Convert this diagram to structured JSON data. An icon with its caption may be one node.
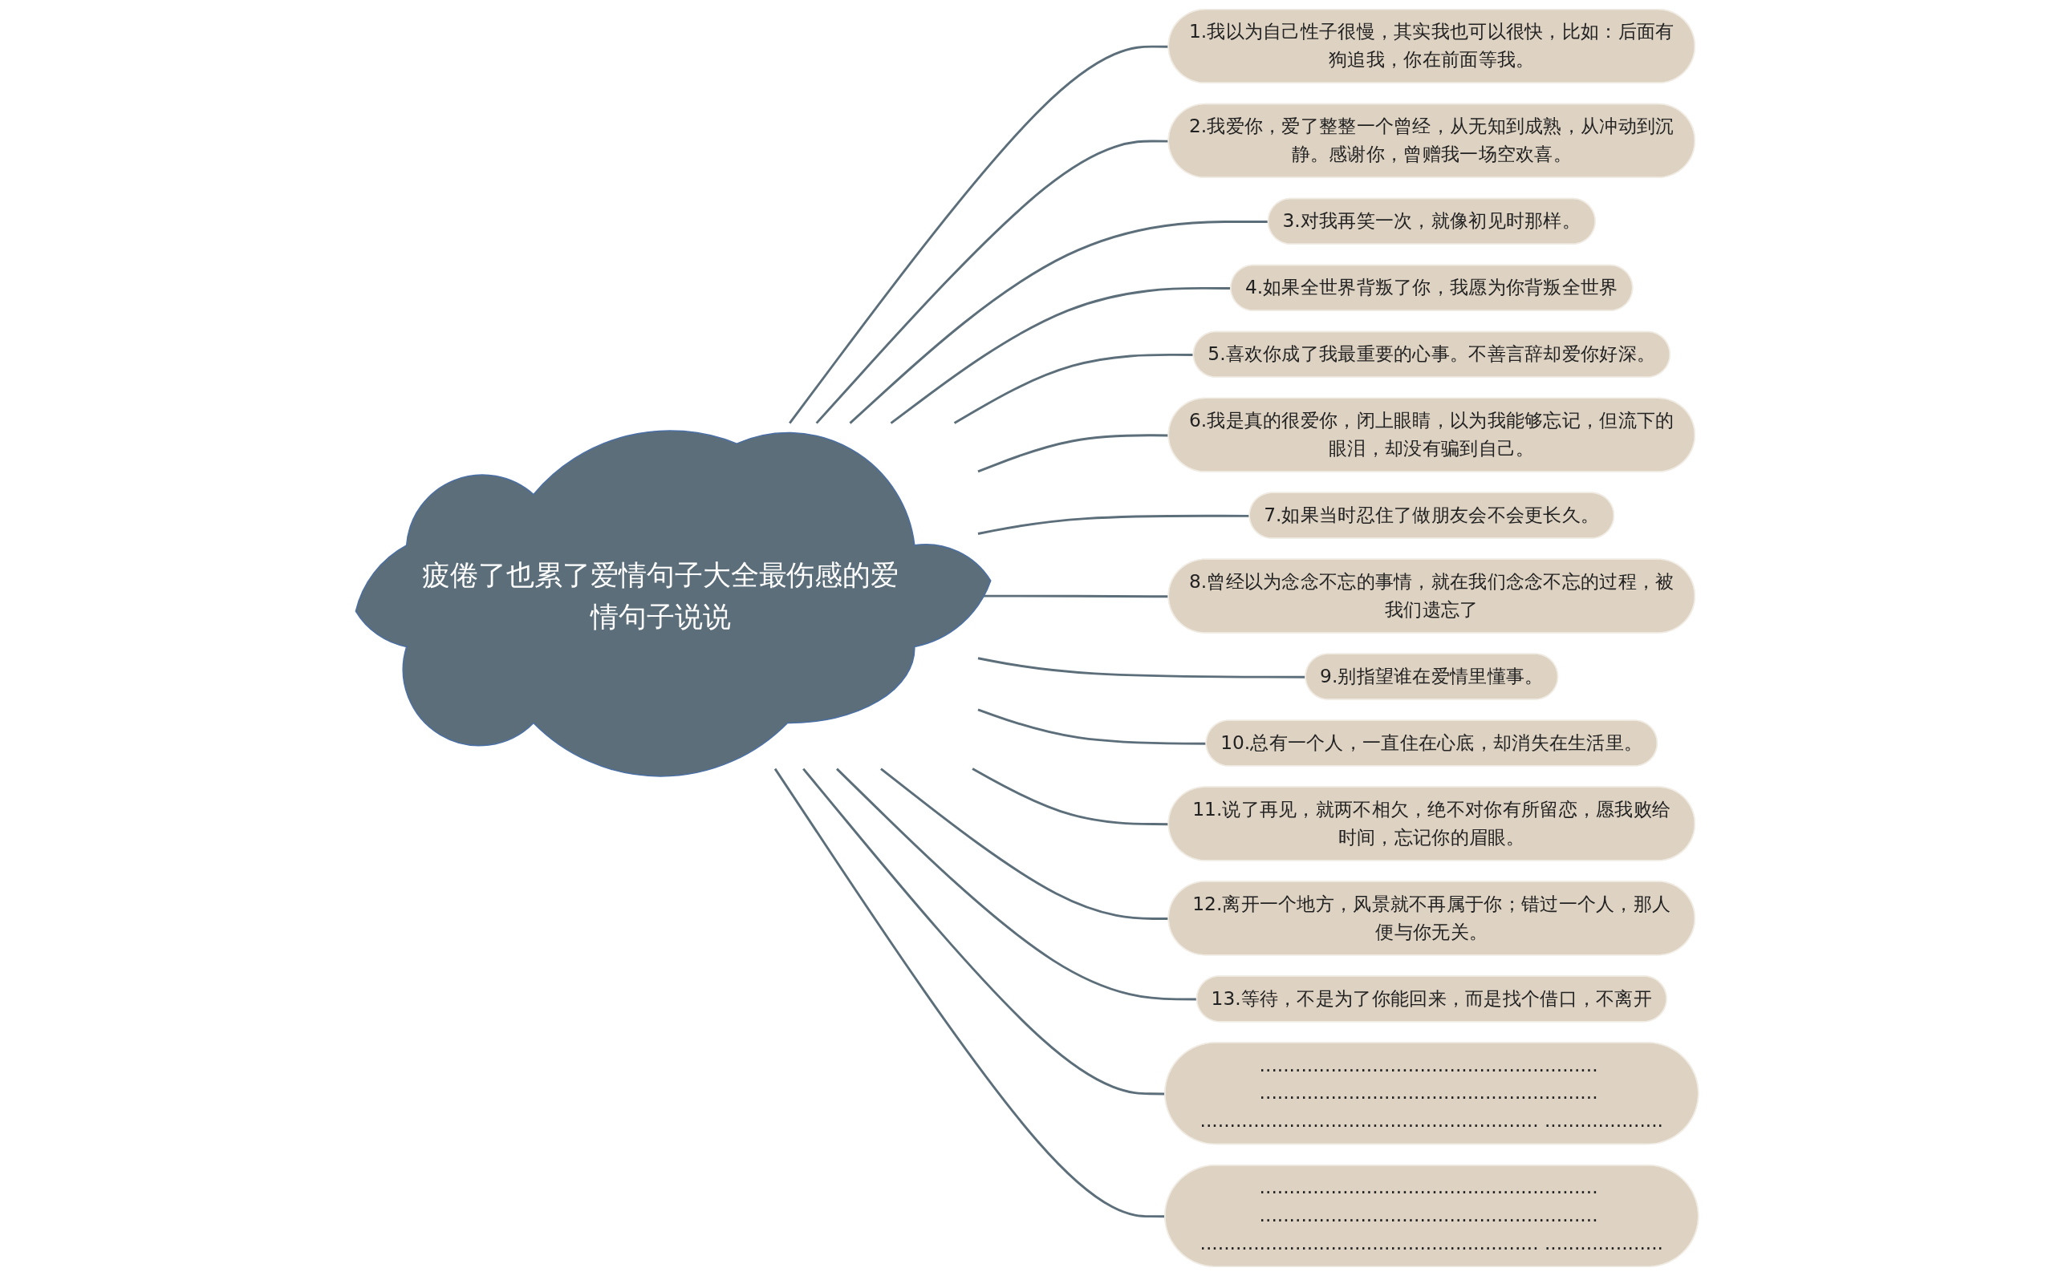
{
  "diagram": {
    "nodes": [
      {
        "text": [
          "疲倦了也累了爱情句子大全最伤感的爱情句子说说"
        ]
      },
      {
        "text": [
          "1.我以为自己性子很慢，其实我也可以很快，比如：后面有狗追我，你在前面等我。"
        ]
      },
      {
        "text": [
          "2.我爱你，爱了整整一个曾经，从无知到成熟，从冲动到沉静。感谢你，曾赠我一场空欢喜。"
        ]
      },
      {
        "text": [
          "3.对我再笑一次，就像初见时那样。"
        ]
      },
      {
        "text": [
          "4.如果全世界背叛了你，我愿为你背叛全世界"
        ]
      },
      {
        "text": [
          "5.喜欢你成了我最重要的心事。不善言辞却爱你好深。"
        ]
      },
      {
        "text": [
          "6.我是真的很爱你，闭上眼睛，以为我能够忘记，但流下的眼泪，却没有骗到自己。"
        ]
      },
      {
        "text": [
          "7.如果当时忍住了做朋友会不会更长久。"
        ]
      },
      {
        "text": [
          "8.曾经以为念念不忘的事情，就在我们念念不忘的过程，被我们遗忘了"
        ]
      },
      {
        "text": [
          "9.别指望谁在爱情里懂事。"
        ]
      },
      {
        "text": [
          "10.总有一个人，一直住在心底，却消失在生活里。"
        ]
      },
      {
        "text": [
          "11.说了再见，就两不相欠，绝不对你有所留恋，愿我败给时间，忘记你的眉眼。"
        ]
      },
      {
        "text": [
          "12.离开一个地方，风景就不再属于你；错过一个人，那人便与你无关。"
        ]
      },
      {
        "text": [
          "13.等待，不是为了你能回来，而是找个借口，不离开"
        ]
      },
      {
        "text": [
          "......................................................... ......................................................... ......................................................... ...................."
        ]
      },
      {
        "text": [
          "......................................................... ......................................................... ......................................................... ...................."
        ]
      }
    ],
    "edges": [
      {
        "from": 0,
        "to": 1,
        "arrow": "none"
      },
      {
        "from": 0,
        "to": 2,
        "arrow": "none"
      },
      {
        "from": 0,
        "to": 3,
        "arrow": "none"
      },
      {
        "from": 0,
        "to": 4,
        "arrow": "none"
      },
      {
        "from": 0,
        "to": 5,
        "arrow": "none"
      },
      {
        "from": 0,
        "to": 6,
        "arrow": "none"
      },
      {
        "from": 0,
        "to": 7,
        "arrow": "none"
      },
      {
        "from": 0,
        "to": 8,
        "arrow": "none"
      },
      {
        "from": 0,
        "to": 9,
        "arrow": "none"
      },
      {
        "from": 0,
        "to": 10,
        "arrow": "none"
      },
      {
        "from": 0,
        "to": 11,
        "arrow": "none"
      },
      {
        "from": 0,
        "to": 12,
        "arrow": "none"
      },
      {
        "from": 0,
        "to": 13,
        "arrow": "none"
      },
      {
        "from": 0,
        "to": 14,
        "arrow": "none"
      },
      {
        "from": 0,
        "to": 15,
        "arrow": "none"
      }
    ]
  }
}
